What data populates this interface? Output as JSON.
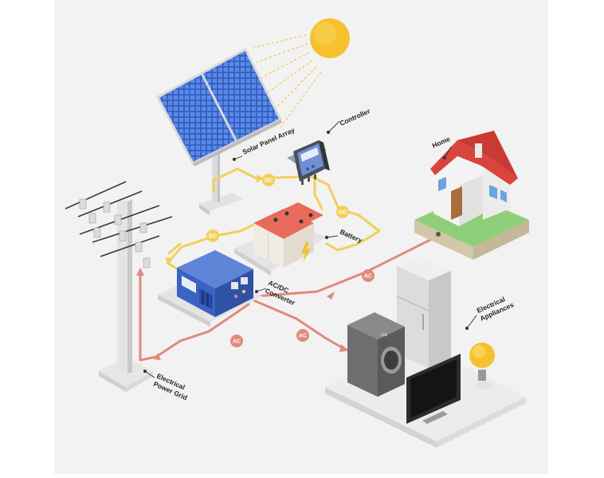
{
  "labels": {
    "solar_panel_array": "Solar Panel Array",
    "controller": "Controller",
    "home": "Home",
    "battery": "Battery",
    "converter_line1": "AC/DC",
    "converter_line2": "Converter",
    "appliances_line1": "Electrical",
    "appliances_line2": "Appliances",
    "grid_line1": "Electrical",
    "grid_line2": "Power Grid"
  },
  "badges": {
    "dc": "DC",
    "ac": "AC"
  },
  "colors": {
    "background": "#f2f2f2",
    "dc_line": "#f2cf5b",
    "ac_line": "#e0897d",
    "sun": "#f7c12e",
    "roof": "#d9443c",
    "panel_cell": "#3f6fd1",
    "converter": "#3a63c4",
    "grass": "#8fcf7a"
  }
}
